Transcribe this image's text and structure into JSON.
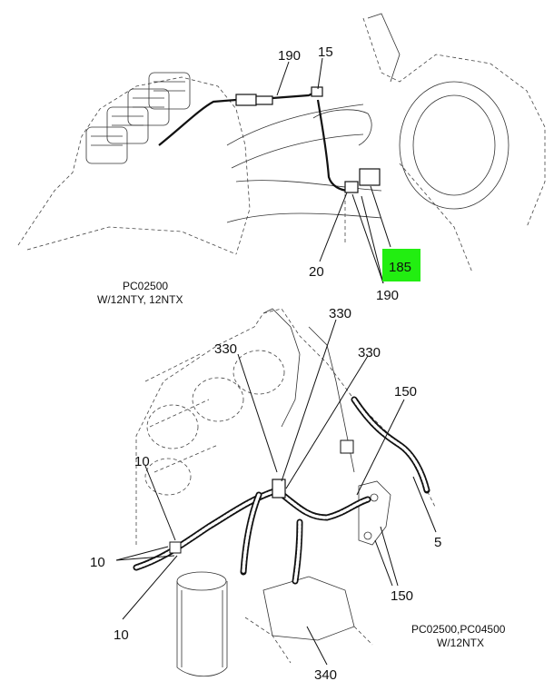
{
  "top_figure": {
    "callouts": {
      "c190a": "190",
      "c15": "15",
      "c20": "20",
      "c185": "185",
      "c190b": "190"
    },
    "caption_line1": "PC02500",
    "caption_line2": "W/12NTY, 12NTX"
  },
  "bottom_figure": {
    "callouts": {
      "c330a": "330",
      "c330b": "330",
      "c330c": "330",
      "c150a": "150",
      "c10a": "10",
      "c10b": "10",
      "c10c": "10",
      "c5": "5",
      "c150b": "150",
      "c340": "340"
    },
    "caption_line1": "PC02500,PC04500",
    "caption_line2": "W/12NTX"
  },
  "colors": {
    "highlight": "#22ee11",
    "ink": "#111111"
  }
}
